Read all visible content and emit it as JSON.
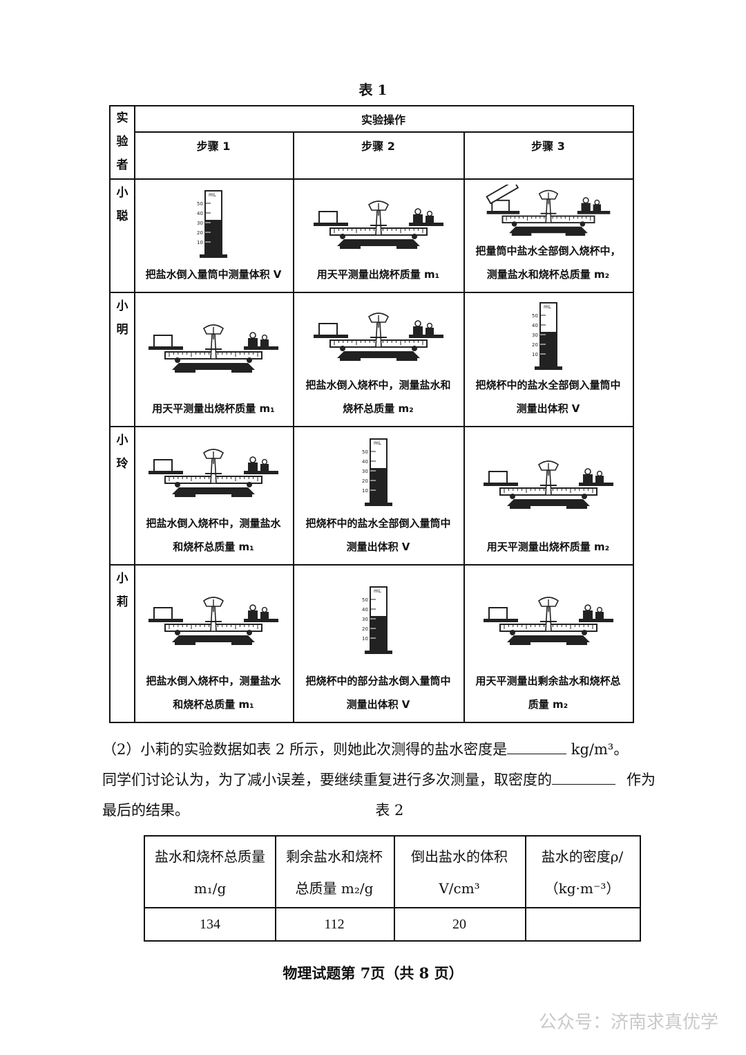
{
  "table1": {
    "title": "表 1",
    "corner_header": [
      "实",
      "验",
      "者"
    ],
    "group_header": "实验操作",
    "step_headers": [
      "步骤 1",
      "步骤 2",
      "步骤 3"
    ],
    "rows": [
      {
        "name": [
          "小",
          "聪"
        ],
        "cells": [
          {
            "lines": [
              "把盐水倒入量筒中测量体积 V"
            ],
            "figure": "cylinder-icon"
          },
          {
            "lines": [
              "用天平测量出烧杯质量 m₁"
            ],
            "figure": "balance-icon"
          },
          {
            "lines": [
              "把量筒中盐水全部倒入烧杯中，",
              "测量盐水和烧杯总质量 m₂"
            ],
            "figure": "balance-pour-icon"
          }
        ]
      },
      {
        "name": [
          "小",
          "明"
        ],
        "cells": [
          {
            "lines": [
              "用天平测量出烧杯质量 m₁"
            ],
            "figure": "balance-icon"
          },
          {
            "lines": [
              "把盐水倒入烧杯中，测量盐水和",
              "烧杯总质量 m₂"
            ],
            "figure": "balance-icon"
          },
          {
            "lines": [
              "把烧杯中的盐水全部倒入量筒中",
              "测量出体积 V"
            ],
            "figure": "cylinder-icon"
          }
        ]
      },
      {
        "name": [
          "小",
          "玲"
        ],
        "cells": [
          {
            "lines": [
              "把盐水倒入烧杯中，测量盐水",
              "和烧杯总质量 m₁"
            ],
            "figure": "balance-icon"
          },
          {
            "lines": [
              "把烧杯中的盐水全部倒入量筒中",
              "测量出体积 V"
            ],
            "figure": "cylinder-icon"
          },
          {
            "lines": [
              "用天平测量出烧杯质量 m₂"
            ],
            "figure": "balance-icon"
          }
        ]
      },
      {
        "name": [
          "小",
          "莉"
        ],
        "cells": [
          {
            "lines": [
              "把盐水倒入烧杯中，测量盐水",
              "和烧杯总质量 m₁"
            ],
            "figure": "balance-icon"
          },
          {
            "lines": [
              "把烧杯中的部分盐水倒入量筒中",
              "测量出体积 V"
            ],
            "figure": "cylinder-icon"
          },
          {
            "lines": [
              "用天平测量出剩余盐水和烧杯总",
              "质量 m₂"
            ],
            "figure": "balance-icon"
          }
        ]
      }
    ],
    "cylinder_ticks": [
      "50",
      "40",
      "30",
      "20",
      "10"
    ],
    "cylinder_unit": "mL"
  },
  "question": {
    "line1_a": "（2）小莉的实验数据如表 2 所示，则她此次测得的盐水密度是",
    "line1_b": "kg/m³。",
    "line2_a": "同学们讨论认为，为了减小误差，要继续重复进行多次测量，取密度的",
    "line2_b": "作为",
    "line3": "最后的结果。",
    "table2_title": "表 2"
  },
  "table2": {
    "headers": [
      [
        "盐水和烧杯总质量",
        "m₁/g"
      ],
      [
        "剩余盐水和烧杯",
        "总质量 m₂/g"
      ],
      [
        "倒出盐水的体积",
        "V/cm³"
      ],
      [
        "盐水的密度ρ/",
        "（kg·m⁻³）"
      ]
    ],
    "values": [
      "134",
      "112",
      "20",
      ""
    ]
  },
  "footer": "物理试题第 7页（共 8 页）",
  "watermark": "公众号：济南求真优学"
}
